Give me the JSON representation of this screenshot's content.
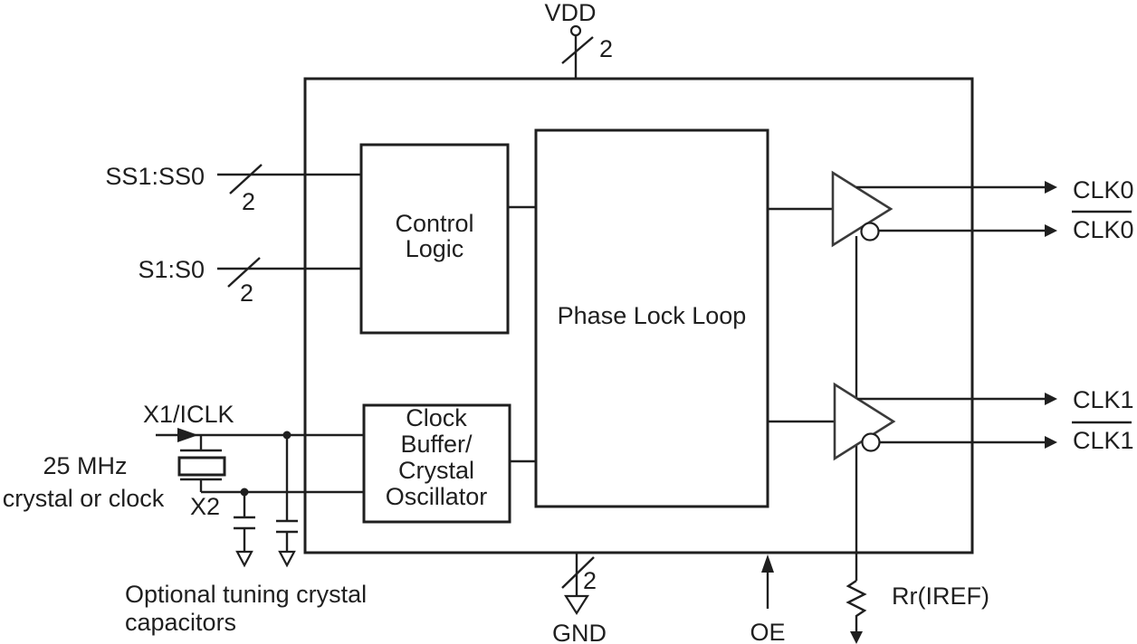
{
  "colors": {
    "ink": "#1f1f1f",
    "background": "#ffffff"
  },
  "chip": {
    "blocks": {
      "control_logic": {
        "lines": [
          "Control",
          "Logic"
        ]
      },
      "pll": {
        "label": "Phase Lock Loop"
      },
      "clock_buffer": {
        "lines": [
          "Clock",
          "Buffer/",
          "Crystal",
          "Oscillator"
        ]
      }
    }
  },
  "pins": {
    "vdd": {
      "label": "VDD",
      "bus_width": "2"
    },
    "gnd": {
      "label": "GND",
      "bus_width": "2"
    },
    "oe": {
      "label": "OE"
    },
    "ss": {
      "label": "SS1:SS0",
      "bus_width": "2"
    },
    "s": {
      "label": "S1:S0",
      "bus_width": "2"
    },
    "x1": {
      "label": "X1/ICLK"
    },
    "x2": {
      "label": "X2"
    },
    "clk0": {
      "label": "CLK0"
    },
    "clk0_n": {
      "label": "CLK0"
    },
    "clk1": {
      "label": "CLK1"
    },
    "clk1_n": {
      "label": "CLK1"
    },
    "iref": {
      "label": "Rr(IREF)"
    }
  },
  "annotations": {
    "crystal_note": [
      "25 MHz",
      "crystal or clock"
    ],
    "capacitor_note": [
      "Optional tuning crystal",
      "capacitors"
    ]
  }
}
